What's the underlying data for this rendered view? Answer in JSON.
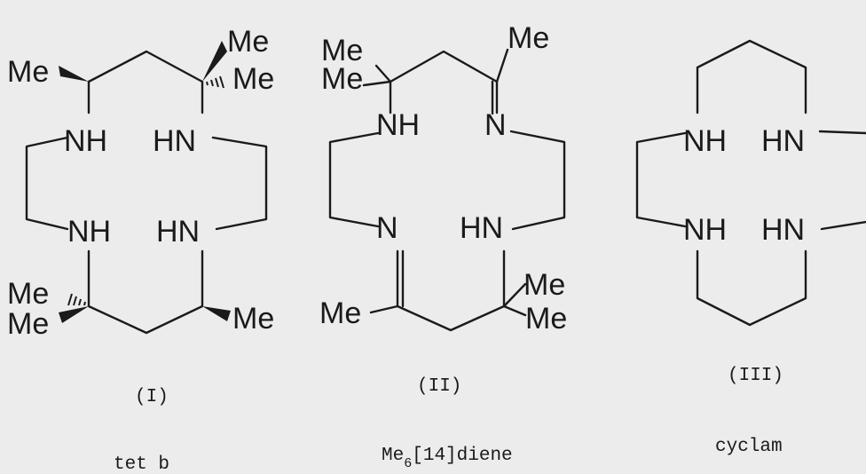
{
  "labels": {
    "nh": "NH",
    "hn": "HN",
    "n": "N",
    "me": "Me"
  },
  "structures": [
    {
      "id": "I",
      "numeral": "(I)",
      "name": "tet b"
    },
    {
      "id": "II",
      "numeral": "(II)",
      "name_prefix": "Me",
      "name_subscript": "6",
      "name_suffix": "[14]diene"
    },
    {
      "id": "III",
      "numeral": "(III)",
      "name": "cyclam"
    }
  ],
  "colors": {
    "background": "#ececec",
    "ink": "#1a1a1a"
  }
}
